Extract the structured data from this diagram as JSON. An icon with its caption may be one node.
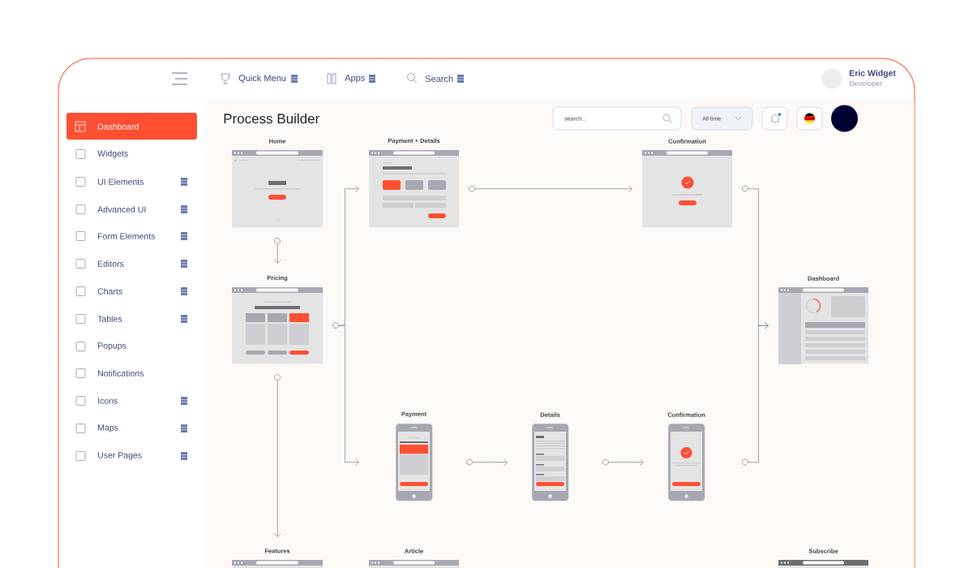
{
  "diagram": {
    "nodes": [
      {
        "text": [
          "Home"
        ]
      },
      {
        "text": [
          "Pricing"
        ]
      },
      {
        "text": [
          "Payment + Details"
        ]
      },
      {
        "text": [
          "Confirmation"
        ]
      },
      {
        "text": [
          "Dashboard"
        ]
      },
      {
        "text": [
          "Payment"
        ]
      },
      {
        "text": [
          "Details"
        ]
      },
      {
        "text": [
          "Confirmation"
        ]
      },
      {
        "text": [
          "Features"
        ]
      },
      {
        "text": [
          "Article"
        ]
      },
      {
        "text": [
          "Subscribe"
        ]
      }
    ],
    "edges": [
      {
        "from": 0,
        "to": 1,
        "arrow": "to"
      },
      {
        "from": 1,
        "to": 2,
        "arrow": "to"
      },
      {
        "from": 1,
        "to": 5,
        "arrow": "to"
      },
      {
        "from": 2,
        "to": 3,
        "arrow": "to"
      },
      {
        "from": 3,
        "to": 4,
        "arrow": "to"
      },
      {
        "from": 5,
        "to": 6,
        "arrow": "to"
      },
      {
        "from": 6,
        "to": 7,
        "arrow": "to"
      },
      {
        "from": 7,
        "to": 4,
        "arrow": "to"
      },
      {
        "from": 1,
        "to": 8,
        "arrow": "to"
      }
    ],
    "labels": [
      "Quick Menu",
      "Apps",
      "Search",
      "Eric Widget",
      "Developer",
      "Dashboard",
      "Widgets",
      "UI Elements",
      "Advanced UI",
      "Form Elements",
      "Editors",
      "Charts",
      "Tables",
      "Popups",
      "Notifications",
      "Icons",
      "Maps",
      "User Pages",
      "Process Builder",
      "search...",
      "All time"
    ]
  }
}
